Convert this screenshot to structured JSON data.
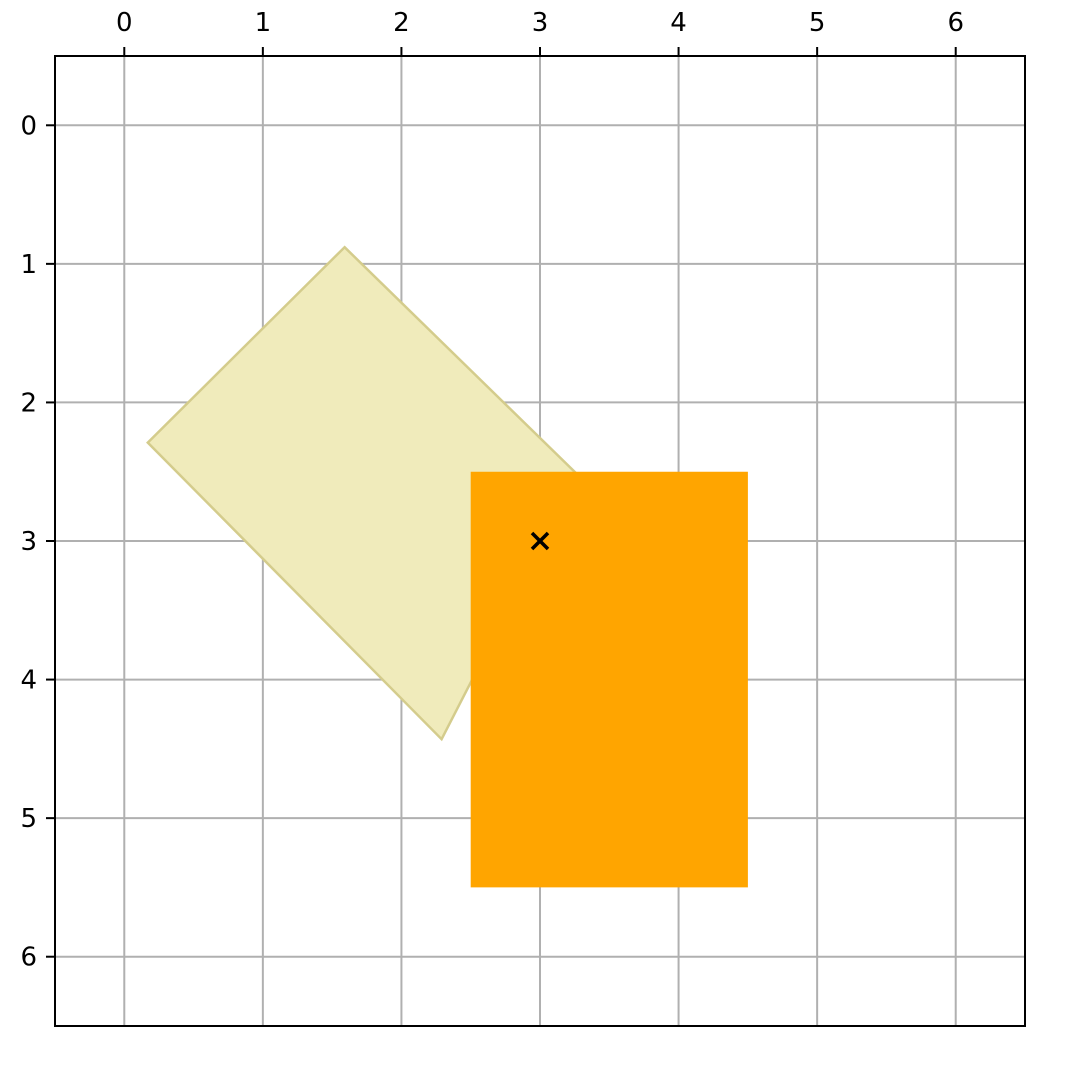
{
  "chart_data": {
    "type": "scatter",
    "title": "",
    "xlabel": "",
    "ylabel": "",
    "xlim": [
      -0.5,
      6.5
    ],
    "ylim": [
      6.5,
      -0.5
    ],
    "y_inverted": true,
    "x_axis_position": "top",
    "grid": true,
    "legend": "none",
    "xticks": [
      0,
      1,
      2,
      3,
      4,
      5,
      6
    ],
    "yticks": [
      0,
      1,
      2,
      3,
      4,
      5,
      6
    ],
    "xtick_labels": [
      "0",
      "1",
      "2",
      "3",
      "4",
      "5",
      "6"
    ],
    "ytick_labels": [
      "0",
      "1",
      "2",
      "3",
      "4",
      "5",
      "6"
    ],
    "shapes": [
      {
        "kind": "rotated-rectangle",
        "vertices": [
          [
            1.59,
            0.88
          ],
          [
            3.27,
            2.52
          ],
          [
            2.29,
            4.43
          ],
          [
            0.17,
            2.29
          ]
        ],
        "fill": "#f0ebbb",
        "stroke": "#d4cc8c"
      },
      {
        "kind": "rectangle",
        "vertices": [
          [
            2.5,
            2.5
          ],
          [
            4.5,
            2.5
          ],
          [
            4.5,
            5.5
          ],
          [
            2.5,
            5.5
          ]
        ],
        "fill": "#ffa500",
        "stroke": "none"
      }
    ],
    "markers": [
      {
        "x": 3,
        "y": 3,
        "symbol": "x",
        "color": "#000000"
      }
    ],
    "grid_color": "#b0b0b0",
    "frame_color": "#000000"
  }
}
